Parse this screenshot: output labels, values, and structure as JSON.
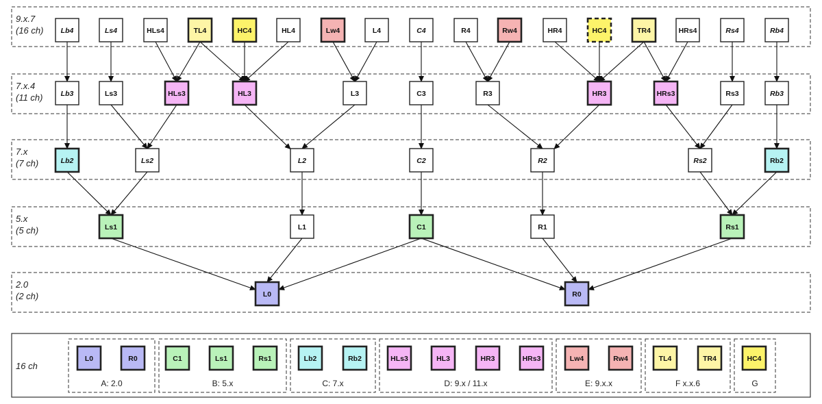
{
  "tiers": [
    {
      "id": "t1",
      "line1": "9.x.7",
      "line2": "(16 ch)"
    },
    {
      "id": "t2",
      "line1": "7.x.4",
      "line2": "(11 ch)"
    },
    {
      "id": "t3",
      "line1": "7.x",
      "line2": "(7 ch)"
    },
    {
      "id": "t4",
      "line1": "5.x",
      "line2": "(5 ch)"
    },
    {
      "id": "t5",
      "line1": "2.0",
      "line2": "(2 ch)"
    }
  ],
  "colors": {
    "white": "#ffffff",
    "blue": "#b9b9f5",
    "green": "#b9f2b9",
    "cyan": "#b6f3f3",
    "pink": "#f5b5f5",
    "salmon": "#f5b3b3",
    "lightyellow": "#fdf5a6",
    "yellow": "#fcf36a"
  },
  "nodes": [
    {
      "id": "t1-Lb4",
      "tier": 0,
      "label": "Lb4",
      "color": "white",
      "italic": true
    },
    {
      "id": "t1-Ls4",
      "tier": 0,
      "label": "Ls4",
      "color": "white",
      "italic": true
    },
    {
      "id": "t1-HLs4",
      "tier": 0,
      "label": "HLs4",
      "color": "white"
    },
    {
      "id": "t1-TL4",
      "tier": 0,
      "label": "TL4",
      "color": "lightyellow",
      "bold": true
    },
    {
      "id": "t1-HC4",
      "tier": 0,
      "label": "HC4",
      "color": "yellow",
      "bold": true
    },
    {
      "id": "t1-HL4",
      "tier": 0,
      "label": "HL4",
      "color": "white"
    },
    {
      "id": "t1-Lw4",
      "tier": 0,
      "label": "Lw4",
      "color": "salmon",
      "bold": true
    },
    {
      "id": "t1-L4",
      "tier": 0,
      "label": "L4",
      "color": "white"
    },
    {
      "id": "t1-C4",
      "tier": 0,
      "label": "C4",
      "color": "white",
      "italic": true
    },
    {
      "id": "t1-R4",
      "tier": 0,
      "label": "R4",
      "color": "white"
    },
    {
      "id": "t1-Rw4",
      "tier": 0,
      "label": "Rw4",
      "color": "salmon",
      "bold": true
    },
    {
      "id": "t1-HR4",
      "tier": 0,
      "label": "HR4",
      "color": "white"
    },
    {
      "id": "t1-HC4b",
      "tier": 0,
      "label": "HC4",
      "color": "yellow",
      "dashed": true
    },
    {
      "id": "t1-TR4",
      "tier": 0,
      "label": "TR4",
      "color": "lightyellow",
      "bold": true
    },
    {
      "id": "t1-HRs4",
      "tier": 0,
      "label": "HRs4",
      "color": "white"
    },
    {
      "id": "t1-Rs4",
      "tier": 0,
      "label": "Rs4",
      "color": "white",
      "italic": true
    },
    {
      "id": "t1-Rb4",
      "tier": 0,
      "label": "Rb4",
      "color": "white",
      "italic": true
    },
    {
      "id": "t2-Lb3",
      "tier": 1,
      "label": "Lb3",
      "color": "white",
      "italic": true
    },
    {
      "id": "t2-Ls3",
      "tier": 1,
      "label": "Ls3",
      "color": "white"
    },
    {
      "id": "t2-HLs3",
      "tier": 1,
      "label": "HLs3",
      "color": "pink",
      "bold": true
    },
    {
      "id": "t2-HL3",
      "tier": 1,
      "label": "HL3",
      "color": "pink",
      "bold": true
    },
    {
      "id": "t2-L3",
      "tier": 1,
      "label": "L3",
      "color": "white"
    },
    {
      "id": "t2-C3",
      "tier": 1,
      "label": "C3",
      "color": "white"
    },
    {
      "id": "t2-R3",
      "tier": 1,
      "label": "R3",
      "color": "white"
    },
    {
      "id": "t2-HR3",
      "tier": 1,
      "label": "HR3",
      "color": "pink",
      "bold": true
    },
    {
      "id": "t2-HRs3",
      "tier": 1,
      "label": "HRs3",
      "color": "pink",
      "bold": true
    },
    {
      "id": "t2-Rs3",
      "tier": 1,
      "label": "Rs3",
      "color": "white"
    },
    {
      "id": "t2-Rb3",
      "tier": 1,
      "label": "Rb3",
      "color": "white",
      "italic": true
    },
    {
      "id": "t3-Lb2",
      "tier": 2,
      "label": "Lb2",
      "color": "cyan",
      "bold": true,
      "italic": true
    },
    {
      "id": "t3-Ls2",
      "tier": 2,
      "label": "Ls2",
      "color": "white",
      "italic": true
    },
    {
      "id": "t3-L2",
      "tier": 2,
      "label": "L2",
      "color": "white",
      "italic": true
    },
    {
      "id": "t3-C2",
      "tier": 2,
      "label": "C2",
      "color": "white",
      "italic": true
    },
    {
      "id": "t3-R2",
      "tier": 2,
      "label": "R2",
      "color": "white",
      "italic": true
    },
    {
      "id": "t3-Rs2",
      "tier": 2,
      "label": "Rs2",
      "color": "white",
      "italic": true
    },
    {
      "id": "t3-Rb2",
      "tier": 2,
      "label": "Rb2",
      "color": "cyan",
      "bold": true
    },
    {
      "id": "t4-Ls1",
      "tier": 3,
      "label": "Ls1",
      "color": "green",
      "bold": true
    },
    {
      "id": "t4-L1",
      "tier": 3,
      "label": "L1",
      "color": "white"
    },
    {
      "id": "t4-C1",
      "tier": 3,
      "label": "C1",
      "color": "green",
      "bold": true
    },
    {
      "id": "t4-R1",
      "tier": 3,
      "label": "R1",
      "color": "white"
    },
    {
      "id": "t4-Rs1",
      "tier": 3,
      "label": "Rs1",
      "color": "green",
      "bold": true
    },
    {
      "id": "t5-L0",
      "tier": 4,
      "label": "L0",
      "color": "blue",
      "bold": true
    },
    {
      "id": "t5-R0",
      "tier": 4,
      "label": "R0",
      "color": "blue",
      "bold": true
    }
  ],
  "edges": [
    [
      "t1-Lb4",
      "t2-Lb3"
    ],
    [
      "t1-Ls4",
      "t2-Ls3"
    ],
    [
      "t1-HLs4",
      "t2-HLs3"
    ],
    [
      "t1-TL4",
      "t2-HLs3"
    ],
    [
      "t1-TL4",
      "t2-HL3"
    ],
    [
      "t1-HC4",
      "t2-HL3"
    ],
    [
      "t1-HL4",
      "t2-HL3"
    ],
    [
      "t1-Lw4",
      "t2-L3"
    ],
    [
      "t1-L4",
      "t2-L3"
    ],
    [
      "t1-C4",
      "t2-C3"
    ],
    [
      "t1-R4",
      "t2-R3"
    ],
    [
      "t1-Rw4",
      "t2-R3"
    ],
    [
      "t1-HR4",
      "t2-HR3"
    ],
    [
      "t1-HC4b",
      "t2-HR3"
    ],
    [
      "t1-TR4",
      "t2-HR3"
    ],
    [
      "t1-TR4",
      "t2-HRs3"
    ],
    [
      "t1-HRs4",
      "t2-HRs3"
    ],
    [
      "t1-Rs4",
      "t2-Rs3"
    ],
    [
      "t1-Rb4",
      "t2-Rb3"
    ],
    [
      "t2-Lb3",
      "t3-Lb2"
    ],
    [
      "t2-Ls3",
      "t3-Ls2"
    ],
    [
      "t2-HLs3",
      "t3-Ls2"
    ],
    [
      "t2-HL3",
      "t3-L2"
    ],
    [
      "t2-L3",
      "t3-L2"
    ],
    [
      "t2-C3",
      "t3-C2"
    ],
    [
      "t2-R3",
      "t3-R2"
    ],
    [
      "t2-HR3",
      "t3-R2"
    ],
    [
      "t2-HRs3",
      "t3-Rs2"
    ],
    [
      "t2-Rs3",
      "t3-Rs2"
    ],
    [
      "t2-Rb3",
      "t3-Rb2"
    ],
    [
      "t3-Lb2",
      "t4-Ls1"
    ],
    [
      "t3-Ls2",
      "t4-Ls1"
    ],
    [
      "t3-L2",
      "t4-L1"
    ],
    [
      "t3-C2",
      "t4-C1"
    ],
    [
      "t3-R2",
      "t4-R1"
    ],
    [
      "t3-Rs2",
      "t4-Rs1"
    ],
    [
      "t3-Rb2",
      "t4-Rs1"
    ],
    [
      "t4-Ls1",
      "t5-L0"
    ],
    [
      "t4-L1",
      "t5-L0"
    ],
    [
      "t4-C1",
      "t5-L0"
    ],
    [
      "t4-C1",
      "t5-R0"
    ],
    [
      "t4-R1",
      "t5-R0"
    ],
    [
      "t4-Rs1",
      "t5-R0"
    ]
  ],
  "legend": {
    "title": "16 ch",
    "groups": [
      {
        "label": "A: 2.0",
        "items": [
          {
            "label": "L0",
            "color": "blue"
          },
          {
            "label": "R0",
            "color": "blue"
          }
        ]
      },
      {
        "label": "B: 5.x",
        "items": [
          {
            "label": "C1",
            "color": "green"
          },
          {
            "label": "Ls1",
            "color": "green"
          },
          {
            "label": "Rs1",
            "color": "green"
          }
        ]
      },
      {
        "label": "C: 7.x",
        "items": [
          {
            "label": "Lb2",
            "color": "cyan"
          },
          {
            "label": "Rb2",
            "color": "cyan"
          }
        ]
      },
      {
        "label": "D: 9.x / 11.x",
        "items": [
          {
            "label": "HLs3",
            "color": "pink"
          },
          {
            "label": "HL3",
            "color": "pink"
          },
          {
            "label": "HR3",
            "color": "pink"
          },
          {
            "label": "HRs3",
            "color": "pink"
          }
        ]
      },
      {
        "label": "E: 9.x.x",
        "items": [
          {
            "label": "Lw4",
            "color": "salmon"
          },
          {
            "label": "Rw4",
            "color": "salmon"
          }
        ]
      },
      {
        "label": "F x.x.6",
        "items": [
          {
            "label": "TL4",
            "color": "lightyellow"
          },
          {
            "label": "TR4",
            "color": "lightyellow"
          }
        ]
      },
      {
        "label": "G",
        "items": [
          {
            "label": "HC4",
            "color": "yellow"
          }
        ]
      }
    ]
  }
}
